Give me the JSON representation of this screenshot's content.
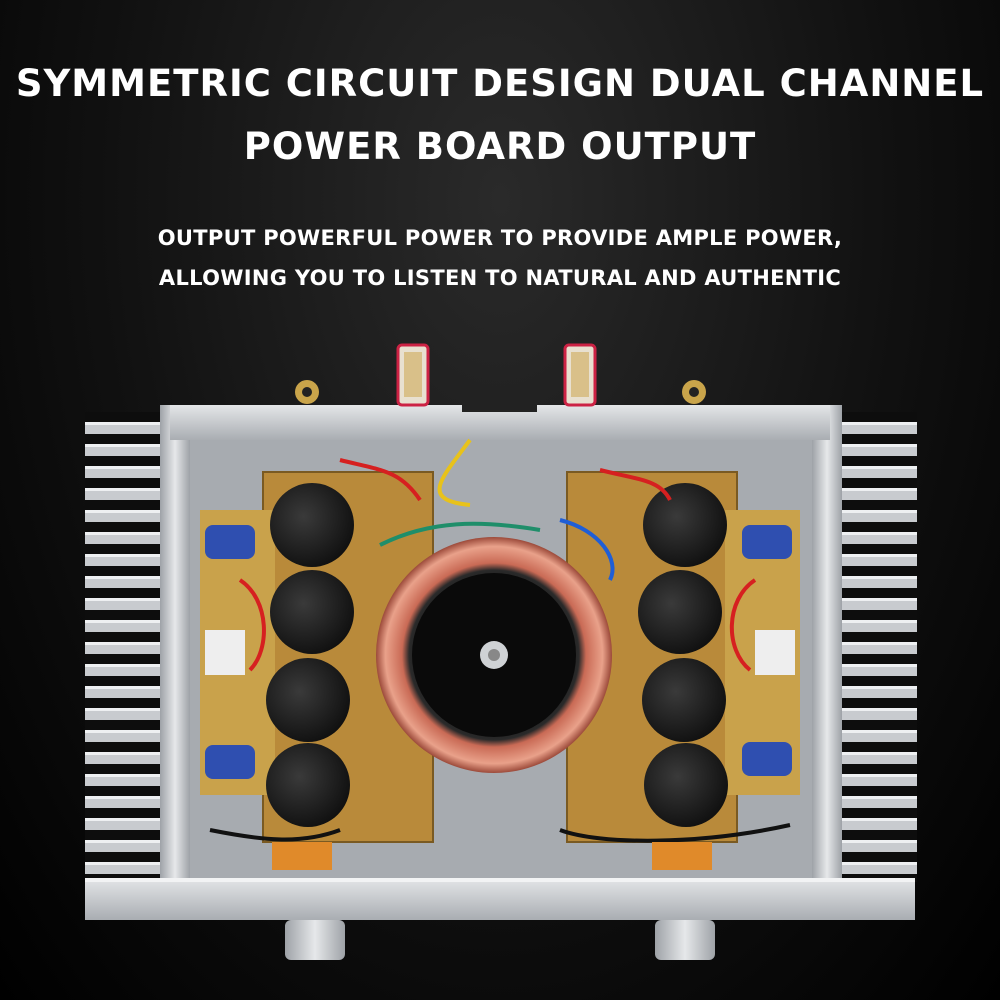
{
  "headline": {
    "line1": "SYMMETRIC CIRCUIT DESIGN DUAL CHANNEL",
    "line2": "POWER BOARD OUTPUT"
  },
  "subline": {
    "line1": "OUTPUT POWERFUL POWER TO PROVIDE AMPLE POWER,",
    "line2": "ALLOWING YOU TO LISTEN TO NATURAL AND AUTHENTIC"
  },
  "colors": {
    "chassis": "#c9ccd0",
    "pcb": "#b98a3a",
    "capacitor": "#1a1a1a",
    "transformer_copper": "#c96a55",
    "blue_capacitor": "#2f4fb0"
  }
}
